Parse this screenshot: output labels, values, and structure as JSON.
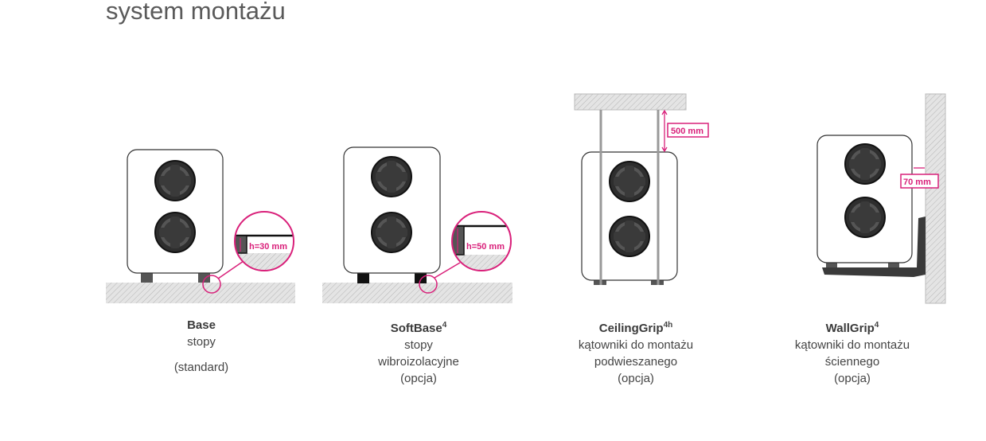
{
  "title": "system montażu",
  "colors": {
    "accent": "#d9207a",
    "text": "#444444",
    "unit_fill": "#ffffff",
    "fan": "#3a3a3a"
  },
  "items": [
    {
      "name": "Base",
      "sup": "",
      "lines": [
        "stopy"
      ],
      "note": "(standard)",
      "dimension": "h=30 mm"
    },
    {
      "name": "SoftBase",
      "sup": "4",
      "lines": [
        "stopy",
        "wibroizolacyjne"
      ],
      "note": "(opcja)",
      "dimension": "h=50 mm"
    },
    {
      "name": "CeilingGrip",
      "sup": "4h",
      "lines": [
        "kątowniki do montażu",
        "podwieszanego"
      ],
      "note": "(opcja)",
      "dimension": "500 mm"
    },
    {
      "name": "WallGrip",
      "sup": "4",
      "lines": [
        "kątowniki do montażu",
        "ściennego"
      ],
      "note": "(opcja)",
      "dimension": "70 mm"
    }
  ]
}
